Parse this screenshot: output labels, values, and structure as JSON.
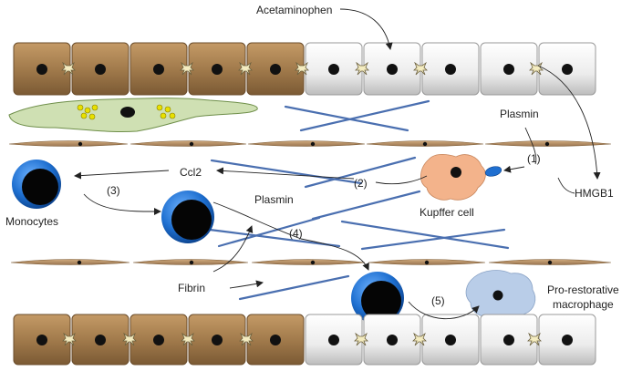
{
  "labels": {
    "acetaminophen": "Acetaminophen",
    "plasmin_top": "Plasmin",
    "step1": "(1)",
    "hmgb1": "HMGB1",
    "ccl2": "Ccl2",
    "step2": "(2)",
    "step3": "(3)",
    "monocytes": "Monocytes",
    "plasmin_mid": "Plasmin",
    "kupffer": "Kupffer cell",
    "step4": "(4)",
    "fibrin": "Fibrin",
    "step5": "(5)",
    "macrophage_line1": "Pro-restorative",
    "macrophage_line2": "macrophage"
  },
  "colors": {
    "healthy_hepatocyte": "#9e7a4c",
    "damaged_hepatocyte": "#e8e8e8",
    "endothelium": "#b49068",
    "stellate_cell": "#cfe0b3",
    "fibrin": "#4a6fb0",
    "monocyte_ring": "#1565c0",
    "kupffer_cell": "#f3b38b",
    "macrophage": "#b9cde8"
  }
}
